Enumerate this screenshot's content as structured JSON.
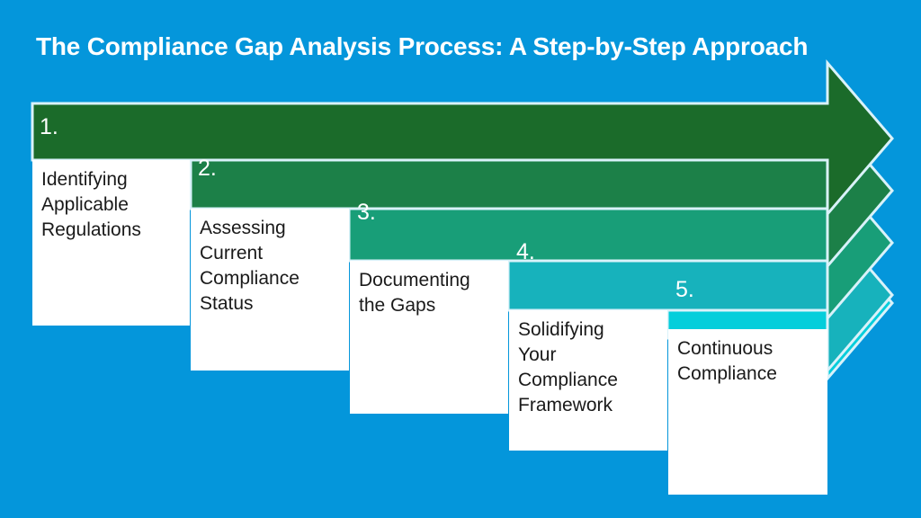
{
  "slide": {
    "title": "The Compliance Gap Analysis Process: A Step-by-Step Approach",
    "background_color": "#0496DB"
  },
  "diagram": {
    "type": "stepped-arrow-process",
    "step_count": 5,
    "steps": [
      {
        "number": "1.",
        "label": "Identifying\nApplicable\nRegulations",
        "color": "#1B6B2A"
      },
      {
        "number": "2.",
        "label": "Assessing\nCurrent\nCompliance\nStatus",
        "color": "#1C8048"
      },
      {
        "number": "3.",
        "label": "Documenting\nthe Gaps",
        "color": "#189E78"
      },
      {
        "number": "4.",
        "label": "Solidifying\nYour\nCompliance\nFramework",
        "color": "#17B2BC"
      },
      {
        "number": "5.",
        "label": "Continuous\nCompliance",
        "color": "#04CEDB"
      }
    ],
    "card_color": "#FFFFFF",
    "card_text_color": "#1A1A1A",
    "number_text_color": "#FFFFFF",
    "outline_color": "#D9F2FA"
  }
}
